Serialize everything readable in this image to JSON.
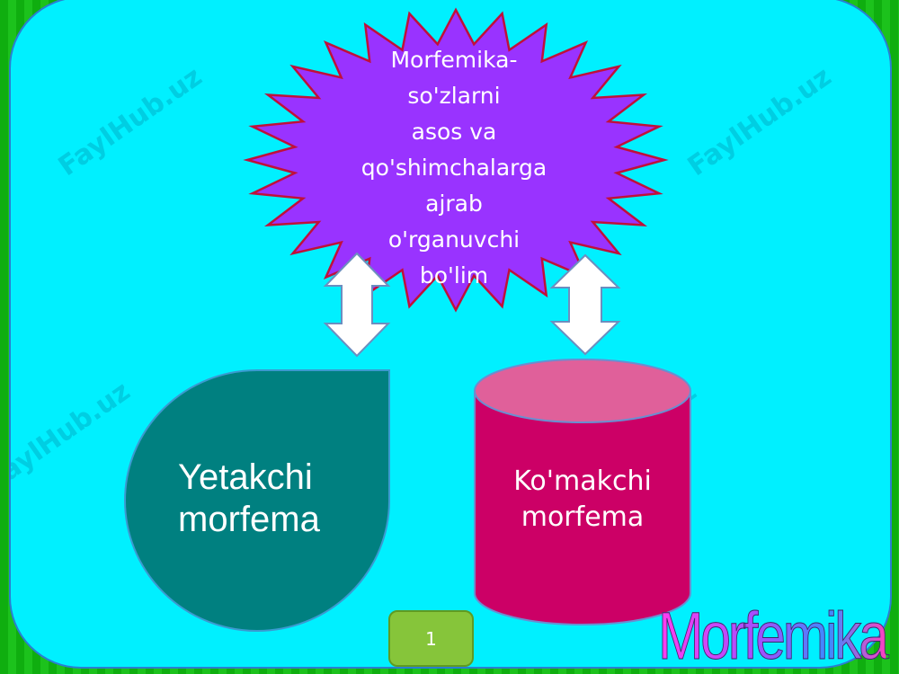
{
  "title": "Morfemika",
  "definition_lines": [
    "Morfemika-",
    "so'zlarni",
    "asos va",
    "qo'shimchalarga",
    "ajrab",
    "o'rganuvchi",
    "bo'lim"
  ],
  "left_shape": {
    "lines": [
      "Yetakchi",
      "morfema"
    ]
  },
  "right_shape": {
    "lines": [
      "Ko'makchi",
      "morfema"
    ]
  },
  "page_number": "1",
  "watermark": "FaylHub.uz",
  "colors": {
    "background": "#13b313",
    "panel": "#00f0ff",
    "star_fill": "#9933ff",
    "star_border": "#c0103a",
    "teardrop_fill": "#008080",
    "cylinder_fill": "#cc0066",
    "cylinder_top": "#e0609a",
    "arrow_fill": "#ffffff",
    "arrow_border": "#6c8ebf",
    "badge": "#86c53a"
  }
}
